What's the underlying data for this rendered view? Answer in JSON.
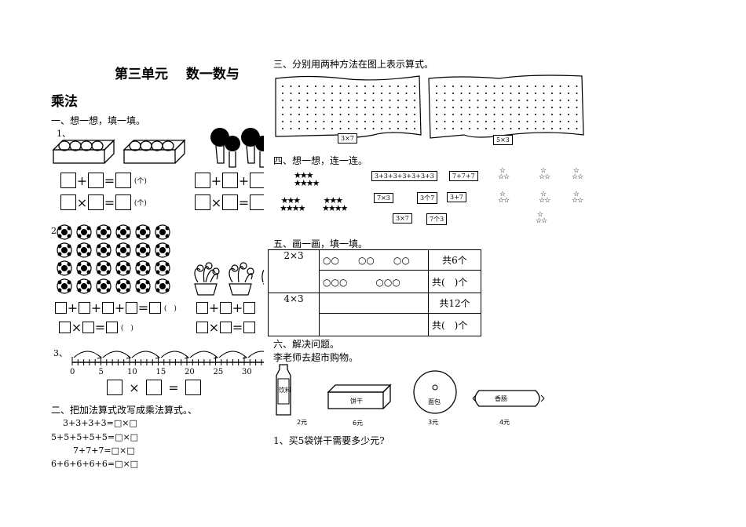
{
  "title": {
    "line1": "第三单元　 数一数与",
    "line2": "乘法"
  },
  "s1": {
    "heading": "一、想一想，填一填。",
    "sub1": "1、",
    "sub2": "2.",
    "sub3": "3、",
    "unit": "(个)",
    "paren": "(　)",
    "ops": {
      "plus": "+",
      "times": "×",
      "eq": "="
    },
    "number_line": {
      "ticks": [
        "0",
        "5",
        "10",
        "15",
        "20",
        "25",
        "30"
      ]
    }
  },
  "s2": {
    "heading": "二、把加法算式改写成乘法算式。、",
    "items": [
      "3+3+3+3=□×□",
      "5+5+5+5+5=□×□",
      "7+7+7=□×□",
      "6+6+6+6+6=□×□"
    ]
  },
  "s3": {
    "heading": "三、分别用两种方法在图上表示算式。",
    "label_a": "3×7",
    "label_b": "5×3"
  },
  "s4": {
    "heading": "四、想一想，连一连。",
    "exprs": [
      "3+3+3+3+3+3+3",
      "7+7+7",
      "7×3",
      "3个7",
      "3+7",
      "3×7",
      "7个3"
    ]
  },
  "s5": {
    "heading": "五、画一画，填一填。",
    "rows": [
      {
        "expr": "2×3",
        "draw1": "○○　　○○　　○○",
        "total1": "共6个",
        "draw2": "○○○　　　○○○",
        "total2": "共(　)个"
      },
      {
        "expr": "4×3",
        "draw1": "",
        "total1": "共12个",
        "draw2": "",
        "total2": "共(　)个"
      }
    ]
  },
  "s6": {
    "heading": "六、解决问题。",
    "intro": "李老师去超市购物。",
    "items": [
      {
        "name": "饮料",
        "price": "2元"
      },
      {
        "name": "饼干",
        "price": "6元"
      },
      {
        "name": "面包",
        "price": "3元"
      },
      {
        "name": "香肠",
        "price": "4元"
      }
    ],
    "question": "1、买5袋饼干需要多少元?"
  },
  "colors": {
    "ink": "#000000",
    "paper": "#ffffff"
  }
}
